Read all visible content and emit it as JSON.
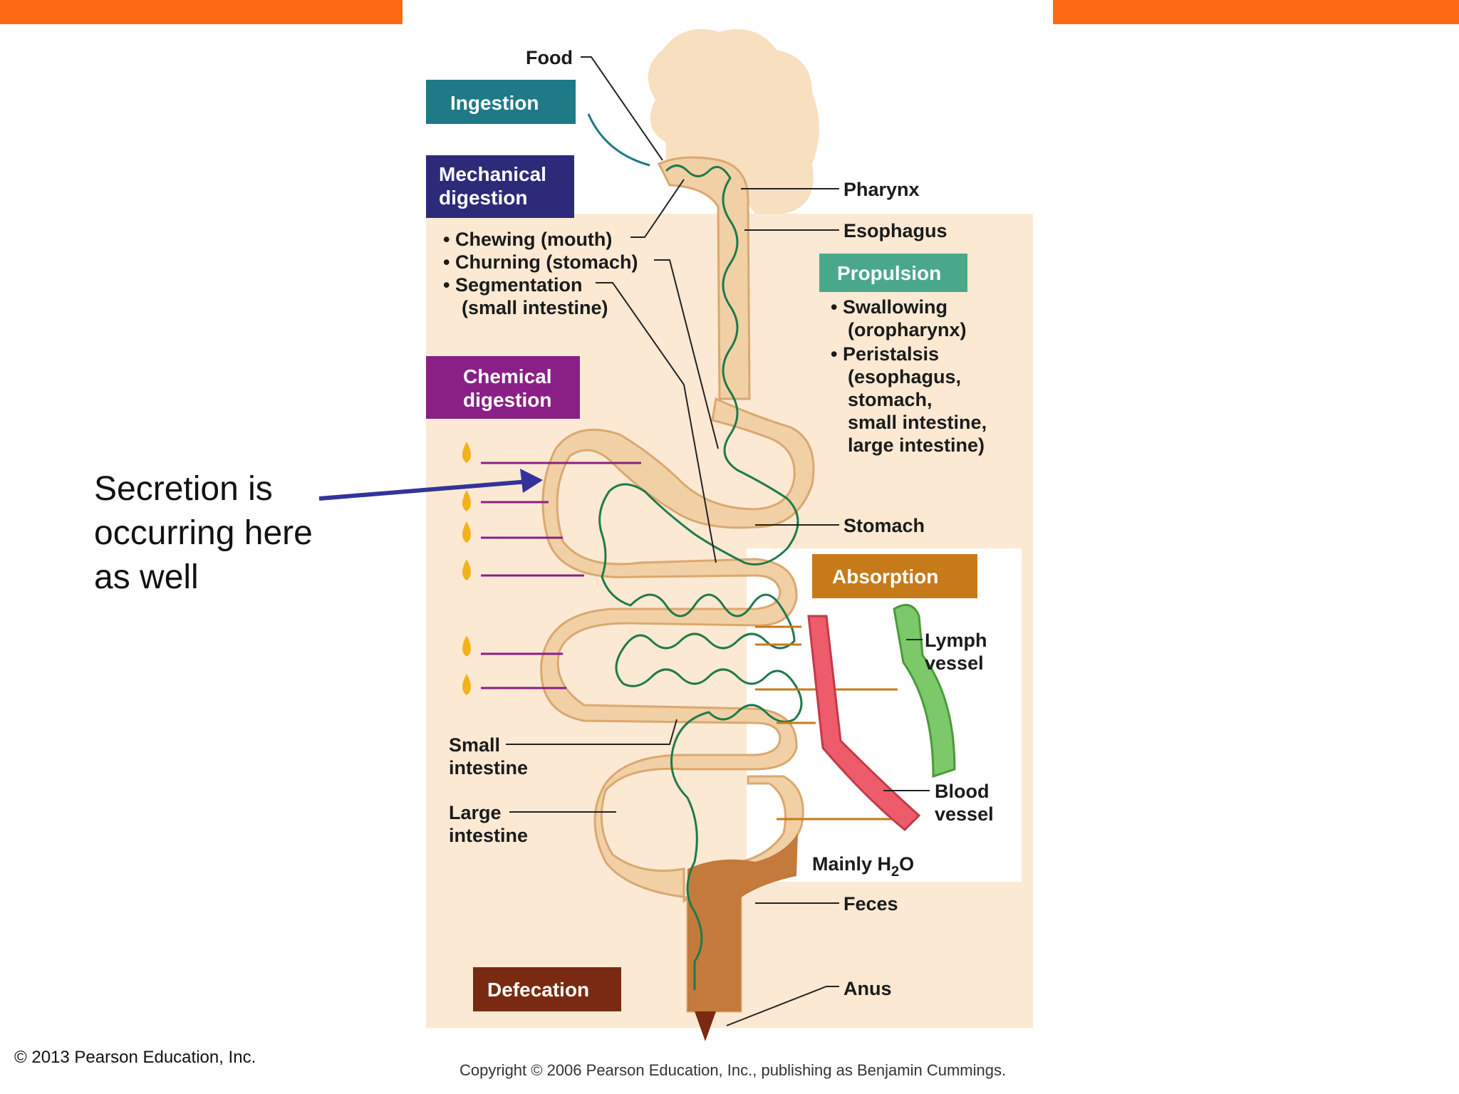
{
  "labels": {
    "food": "Food",
    "pharynx": "Pharynx",
    "esophagus": "Esophagus",
    "stomach": "Stomach",
    "small_intestine": [
      "Small",
      "intestine"
    ],
    "large_intestine": [
      "Large",
      "intestine"
    ],
    "lymph_vessel": [
      "Lymph",
      "vessel"
    ],
    "blood_vessel": [
      "Blood",
      "vessel"
    ],
    "mainly_h2o": "Mainly H",
    "mainly_h2o_sub": "2",
    "mainly_h2o_tail": "O",
    "feces": "Feces",
    "anus": "Anus"
  },
  "process_boxes": {
    "ingestion": "Ingestion",
    "mechanical": [
      "Mechanical",
      "digestion"
    ],
    "chemical": [
      "Chemical",
      "digestion"
    ],
    "propulsion": "Propulsion",
    "absorption": "Absorption",
    "defecation": "Defecation"
  },
  "mechanical_list": [
    "• Chewing (mouth)",
    "• Churning (stomach)",
    "• Segmentation",
    "(small intestine)"
  ],
  "propulsion_list": [
    "• Swallowing",
    "(oropharynx)",
    "• Peristalsis",
    "(esophagus,",
    "stomach,",
    "small intestine,",
    "large intestine)"
  ],
  "annotation": [
    "Secretion is",
    "occurring here",
    "as well"
  ],
  "footer": {
    "left": "© 2013 Pearson Education, Inc.",
    "center": "Copyright © 2006 Pearson Education, Inc., publishing as Benjamin Cummings."
  },
  "colors": {
    "accent_bar": "#ff6a13",
    "ingestion": "#1d7a86",
    "mechanical": "#2d2a7a",
    "chemical": "#8a1f86",
    "propulsion": "#4aa88a",
    "absorption": "#c77a1a",
    "defecation": "#7a2a12"
  }
}
